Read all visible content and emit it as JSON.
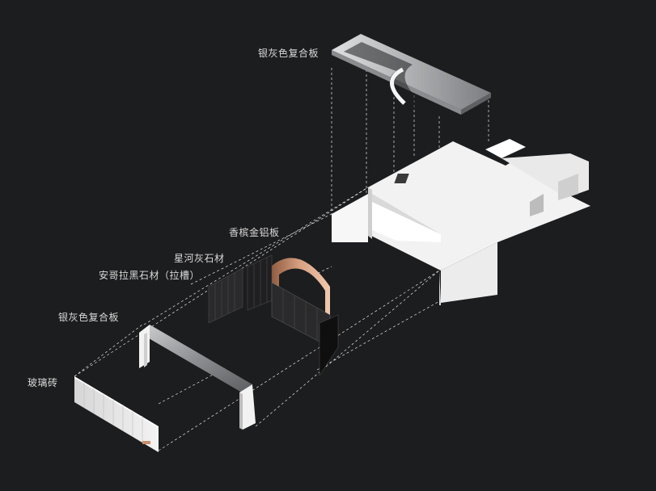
{
  "labels": {
    "ceiling_panel": "银灰色复合板",
    "champagne_panel": "香槟金铝板",
    "galaxy_stone": "星河灰石材",
    "angola_stone": "安哥拉黑石材（拉槽）",
    "frame_panel": "银灰色复合板",
    "glass_brick": "玻璃砖"
  },
  "colors": {
    "background": "#1c1d1f",
    "label_text": "#d9d9d9",
    "guide_line": "#e6e6e6",
    "white_surface": "#f2f2f2",
    "silver_metal": "#9c9ea1",
    "champagne_gold": "#c98f6c",
    "black_stone": "#2a2a2c"
  }
}
